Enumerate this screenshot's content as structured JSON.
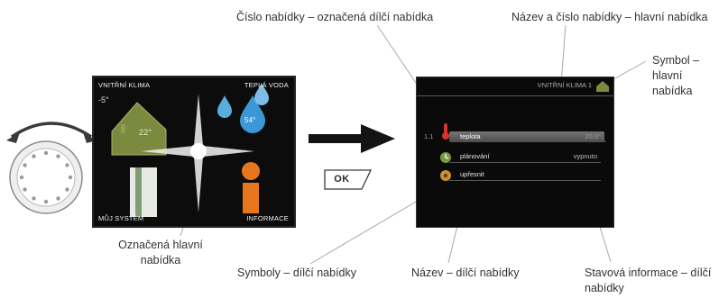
{
  "callouts": {
    "submenu_number": "Číslo nabídky – označená dílčí nabídka",
    "menu_name_number": "Název a číslo nabídky – hlavní nabídka",
    "menu_symbol": "Symbol – hlavní nabídka",
    "selected_main_menu": "Označená hlavní nabídka",
    "submenu_symbols": "Symboly – dílčí nabídky",
    "submenu_name": "Název – dílčí nabídky",
    "submenu_status": "Stavová informace – dílčí nabídky"
  },
  "left_screen": {
    "top_left": "VNITŘNÍ KLIMA",
    "top_right": "TEPLÁ VODA",
    "bottom_left": "MŮJ SYSTÉM",
    "bottom_right": "INFORMACE",
    "outdoor_temp": "-5°",
    "indoor_temp": "22°",
    "water_temp": "54°"
  },
  "right_screen": {
    "title": "VNITŘNÍ KLIMA 1",
    "selected_index": "1.1",
    "rows": [
      {
        "label": "teplota",
        "value": "20.0°",
        "icon": "thermometer-icon"
      },
      {
        "label": "plánování",
        "value": "vypnuto",
        "icon": "clock-icon"
      },
      {
        "label": "upřesnit",
        "value": "",
        "icon": "settings-icon"
      }
    ]
  },
  "ok_button": {
    "label": "OK"
  },
  "colors": {
    "screen_bg": "#0c0c0c",
    "house": "#7c8a3f",
    "water_drop": "#2d86c4",
    "info_orange": "#e8761d",
    "leader_line": "#a8a8a8"
  }
}
